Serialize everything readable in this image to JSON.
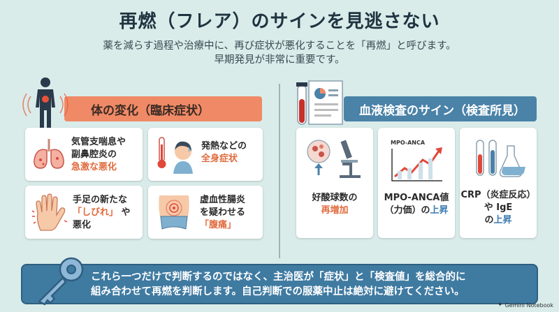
{
  "title": "再燃（フレア）のサインを見逃さない",
  "subtitle": {
    "line1": "薬を減らす過程や治療中に、再び症状が悪化することを「再燃」と呼びます。",
    "line2": "早期発見が非常に重要です。"
  },
  "left_section": {
    "header": "体の変化（臨床症状）",
    "cards": [
      {
        "icon": "lungs-icon",
        "lines": [
          "気管支喘息や",
          "副鼻腔炎の"
        ],
        "highlight": "急激な悪化"
      },
      {
        "icon": "fever-icon",
        "lines": [
          "発熱などの"
        ],
        "highlight": "全身症状"
      },
      {
        "icon": "hand-icon",
        "lines": [
          "手足の新たな"
        ],
        "highlight_line": "「しびれ」",
        "after": "や",
        "last": "悪化"
      },
      {
        "icon": "abdomen-icon",
        "lines": [
          "虚血性腸炎",
          "を疑わせる"
        ],
        "highlight": "「腹痛」"
      }
    ]
  },
  "right_section": {
    "header": "血液検査のサイン（検査所見）",
    "cards": [
      {
        "icon": "microscope-icon",
        "line1": "好酸球数の",
        "highlight": "再増加"
      },
      {
        "icon": "rising-chart-icon",
        "chart_label": "MPO-ANCA",
        "line1": "MPO-ANCA値",
        "line2_pre": "（力価）の",
        "highlight": "上昇"
      },
      {
        "icon": "test-tubes-icon",
        "line1": "CRP（炎症反応）",
        "line2": "や IgE",
        "line3_pre": "の",
        "highlight": "上昇"
      }
    ]
  },
  "footer": {
    "icon": "key-icon",
    "line1": "これら一つだけで判断するのではなく、主治医が「症状」と「検査値」を総合的に",
    "line2": "組み合わせて再燃を判断します。自己判断での服薬中止は絶対に避けてください。"
  },
  "brand": "Gemini Notebook",
  "colors": {
    "background": "#d9ecea",
    "orange": "#f08a66",
    "blue": "#4a82a8",
    "footer": "#3f7aa1",
    "highlight_orange": "#e06a3c",
    "highlight_blue": "#3b7ab0"
  }
}
